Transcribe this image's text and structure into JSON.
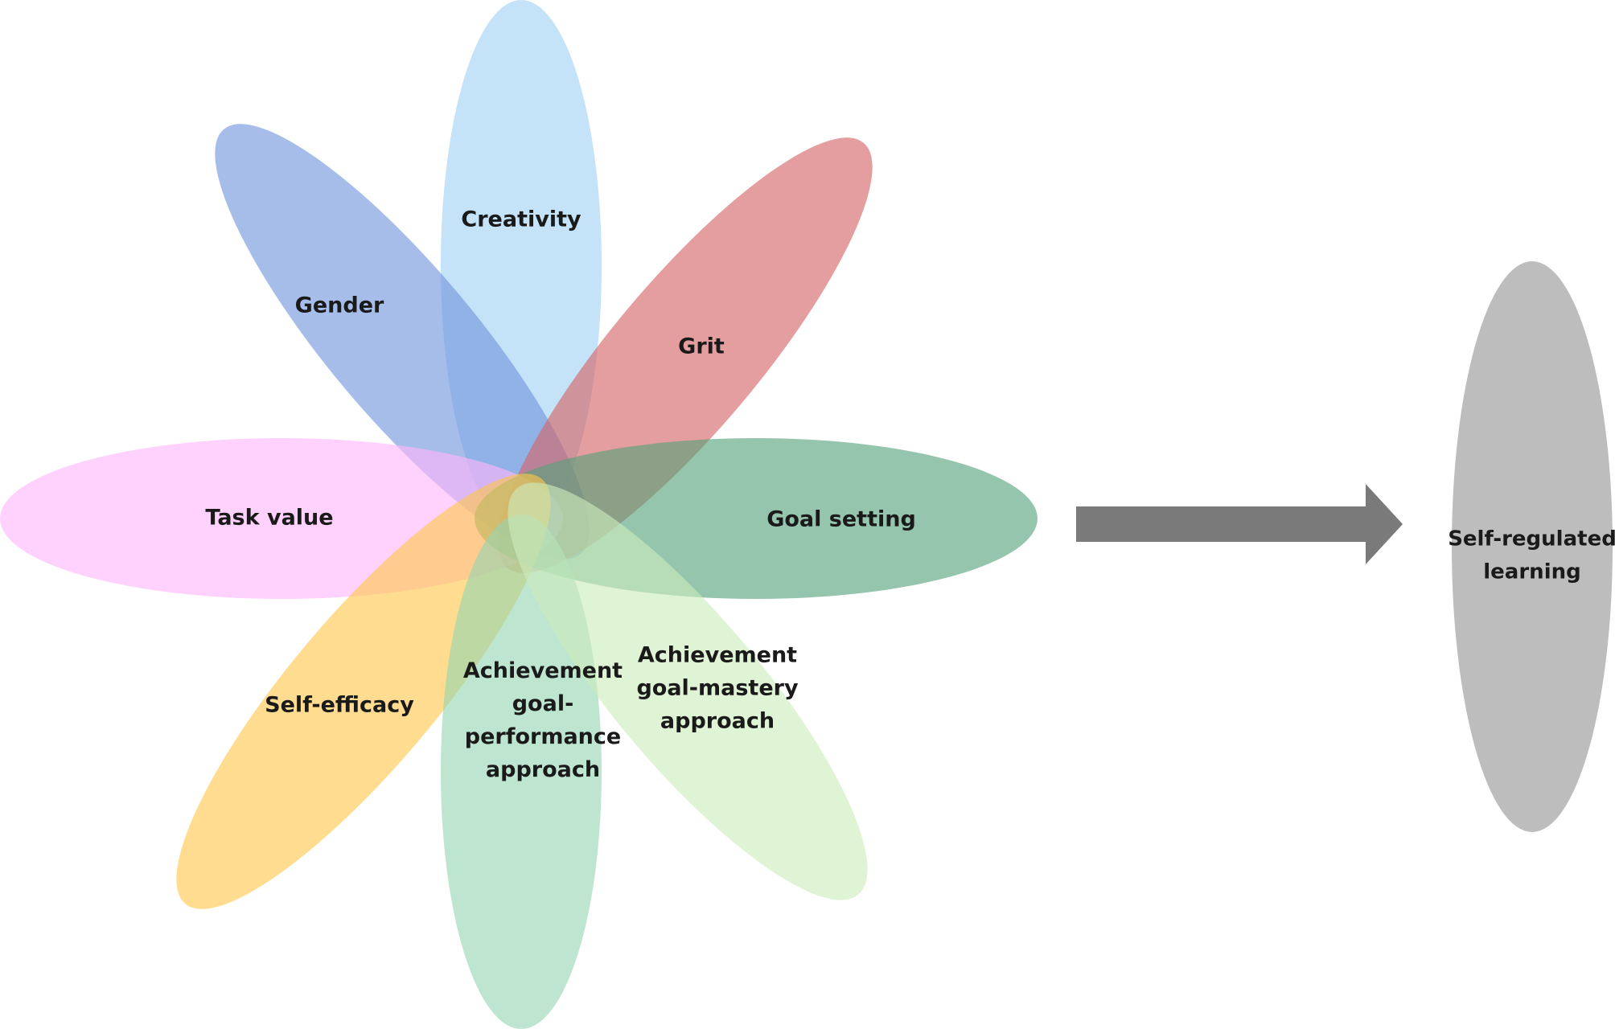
{
  "diagram": {
    "factors": [
      {
        "id": "creativity",
        "lines": [
          "Creativity"
        ],
        "color": "#9fd1f3"
      },
      {
        "id": "gender",
        "lines": [
          "Gender"
        ],
        "color": "#6f95dd"
      },
      {
        "id": "grit",
        "lines": [
          "Grit"
        ],
        "color": "#d56364"
      },
      {
        "id": "task-value",
        "lines": [
          "Task value"
        ],
        "color": "#ffb5fb"
      },
      {
        "id": "goal-setting",
        "lines": [
          "Goal setting"
        ],
        "color": "#55a27b"
      },
      {
        "id": "self-efficacy",
        "lines": [
          "Self-efficacy"
        ],
        "color": "#ffc64a"
      },
      {
        "id": "achievement-goal-performance",
        "lines": [
          "Achievement",
          "goal-",
          "performance",
          "approach"
        ],
        "color": "#96d5b2"
      },
      {
        "id": "achievement-goal-mastery",
        "lines": [
          "Achievement",
          "goal-mastery",
          "approach"
        ],
        "color": "#ccebbb"
      }
    ],
    "arrow_color": "#7a7a7a",
    "outcome": {
      "lines": [
        "Self-regulated",
        "learning"
      ],
      "color": "#bdbdbd"
    }
  }
}
